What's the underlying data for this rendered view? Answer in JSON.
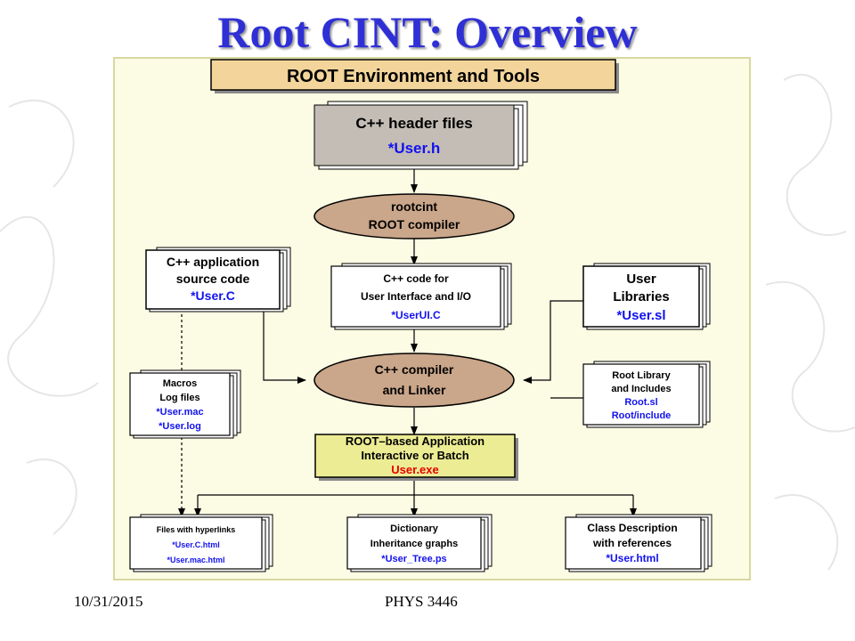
{
  "slide": {
    "title": "Root CINT: Overview",
    "date": "10/31/2015",
    "course": "PHYS 3446"
  },
  "diagram": {
    "banner": "ROOT Environment and Tools",
    "header_files": {
      "line1": "C++ header files",
      "line2": "*User.h"
    },
    "rootcint": {
      "line1": "rootcint",
      "line2": "ROOT compiler"
    },
    "app_source": {
      "line1": "C++ application",
      "line2": "source code",
      "line3": "*User.C"
    },
    "ui_code": {
      "line1": "C++ code for",
      "line2": "User Interface and I/O",
      "line3": "*UserUI.C"
    },
    "user_libs": {
      "line1": "User",
      "line2": "Libraries",
      "line3": "*User.sl"
    },
    "compiler": {
      "line1": "C++ compiler",
      "line2": "and Linker"
    },
    "macros": {
      "line1": "Macros",
      "line2": "Log files",
      "line3": "*User.mac",
      "line4": "*User.log"
    },
    "root_lib": {
      "line1": "Root Library",
      "line2": "and Includes",
      "line3": "Root.sl",
      "line4": "Root/include"
    },
    "application": {
      "line1": "ROOT–based Application",
      "line2": "Interactive or Batch",
      "line3": "User.exe"
    },
    "hyperlinks": {
      "line1": "Files with hyperlinks",
      "line2": "*User.C.html",
      "line3": "*User.mac.html"
    },
    "dictionary": {
      "line1": "Dictionary",
      "line2": "Inheritance graphs",
      "line3": "*User_Tree.ps"
    },
    "class_desc": {
      "line1": "Class Description",
      "line2": "with references",
      "line3": "*User.html"
    }
  },
  "colors": {
    "title": "#2f2fd6",
    "panel": "#fcfce4",
    "banner_fill": "#f3d59b",
    "header_fill": "#c3bdb5",
    "ellipse_fill": "#caa68a",
    "app_fill": "#ecec94",
    "highlight_blue": "#1212ee",
    "highlight_red": "#e60000"
  }
}
